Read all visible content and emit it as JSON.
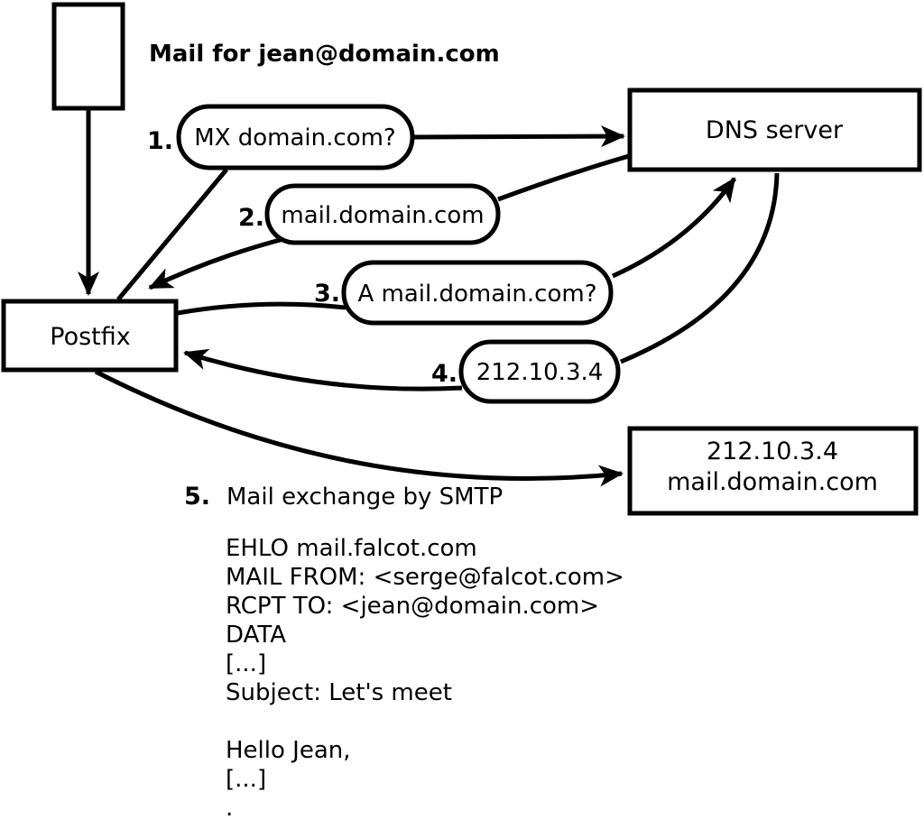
{
  "diagram": {
    "title": "Mail for jean@domain.com",
    "nodes": {
      "postfix": {
        "label": "Postfix"
      },
      "dns": {
        "label": "DNS server"
      },
      "mailserver": {
        "line1": "212.10.3.4",
        "line2": "mail.domain.com"
      }
    },
    "steps": [
      {
        "num": "1.",
        "label": "MX domain.com?"
      },
      {
        "num": "2.",
        "label": "mail.domain.com"
      },
      {
        "num": "3.",
        "label": "A mail.domain.com?"
      },
      {
        "num": "4.",
        "label": "212.10.3.4"
      },
      {
        "num": "5.",
        "label": "Mail exchange by SMTP"
      }
    ],
    "smtp_transcript": "EHLO mail.falcot.com\nMAIL FROM: <serge@falcot.com>\nRCPT TO: <jean@domain.com>\nDATA\n[...]\nSubject: Let's meet\n\nHello Jean,\n[...]\n."
  },
  "colors": {
    "stroke": "#000000",
    "background": "#ffffff"
  }
}
